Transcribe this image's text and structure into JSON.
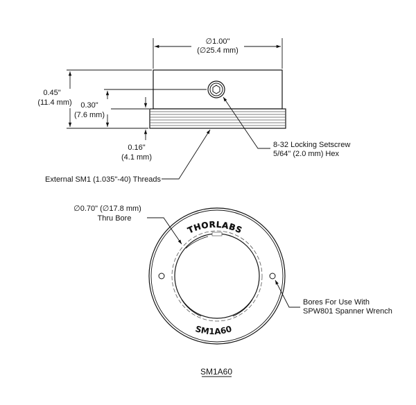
{
  "side_view": {
    "diameter_label": "∅1.00\"",
    "diameter_mm_label": "(∅25.4 mm)",
    "height_label": "0.45\"",
    "height_mm_label": "(11.4 mm)",
    "setscrew_height_label": "0.30\"",
    "setscrew_height_mm_label": "(7.6 mm)",
    "thread_length_label": "0.16\"",
    "thread_length_mm_label": "(4.1 mm)",
    "setscrew_callout_line1": "8-32 Locking Setscrew",
    "setscrew_callout_line2": "5/64\" (2.0 mm) Hex",
    "threads_callout": "External SM1 (1.035\"-40) Threads"
  },
  "front_view": {
    "bore_label_line1": "∅0.70\" (∅17.8 mm)",
    "bore_label_line2": "Thru Bore",
    "brand_engraving": "THORLABS",
    "part_engraving": "SM1A60",
    "spanner_callout_line1": "Bores For Use With",
    "spanner_callout_line2": "SPW801 Spanner Wrench"
  },
  "caption": "SM1A60"
}
